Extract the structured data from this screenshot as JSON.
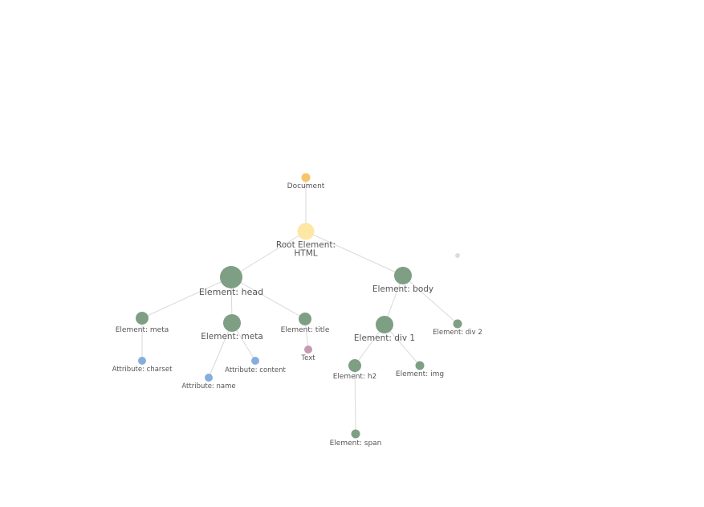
{
  "colors": {
    "edge": "#d9d9d9",
    "document": "#f7c56a",
    "root": "#fde7a4",
    "element": "#7f9f84",
    "attribute": "#87aedb",
    "text": "#c59ab3",
    "stray": "#dddddd"
  },
  "nodes": [
    {
      "id": "document",
      "label": "Document",
      "kind": "document"
    },
    {
      "id": "html",
      "label": "Root Element: HTML",
      "kind": "root"
    },
    {
      "id": "head",
      "label": "Element: head",
      "kind": "element"
    },
    {
      "id": "body",
      "label": "Element: body",
      "kind": "element"
    },
    {
      "id": "meta1",
      "label": "Element: meta",
      "kind": "element"
    },
    {
      "id": "meta2",
      "label": "Element: meta",
      "kind": "element"
    },
    {
      "id": "title",
      "label": "Element: title",
      "kind": "element"
    },
    {
      "id": "charset",
      "label": "Attribute: charset",
      "kind": "attribute"
    },
    {
      "id": "attr-name",
      "label": "Attribute: name",
      "kind": "attribute"
    },
    {
      "id": "content",
      "label": "Attribute: content",
      "kind": "attribute"
    },
    {
      "id": "text",
      "label": "Text",
      "kind": "text"
    },
    {
      "id": "div1",
      "label": "Element: div 1",
      "kind": "element"
    },
    {
      "id": "div2",
      "label": "Element: div 2",
      "kind": "element"
    },
    {
      "id": "h2",
      "label": "Element: h2",
      "kind": "element"
    },
    {
      "id": "img",
      "label": "Element: img",
      "kind": "element"
    },
    {
      "id": "span",
      "label": "Element: span",
      "kind": "element"
    },
    {
      "id": "stray",
      "label": "",
      "kind": "stray"
    }
  ],
  "edges": [
    [
      "document",
      "html"
    ],
    [
      "html",
      "head"
    ],
    [
      "html",
      "body"
    ],
    [
      "head",
      "meta1"
    ],
    [
      "head",
      "meta2"
    ],
    [
      "head",
      "title"
    ],
    [
      "meta1",
      "charset"
    ],
    [
      "meta2",
      "attr-name"
    ],
    [
      "meta2",
      "content"
    ],
    [
      "title",
      "text"
    ],
    [
      "body",
      "div1"
    ],
    [
      "body",
      "div2"
    ],
    [
      "div1",
      "h2"
    ],
    [
      "div1",
      "img"
    ],
    [
      "h2",
      "span"
    ]
  ]
}
